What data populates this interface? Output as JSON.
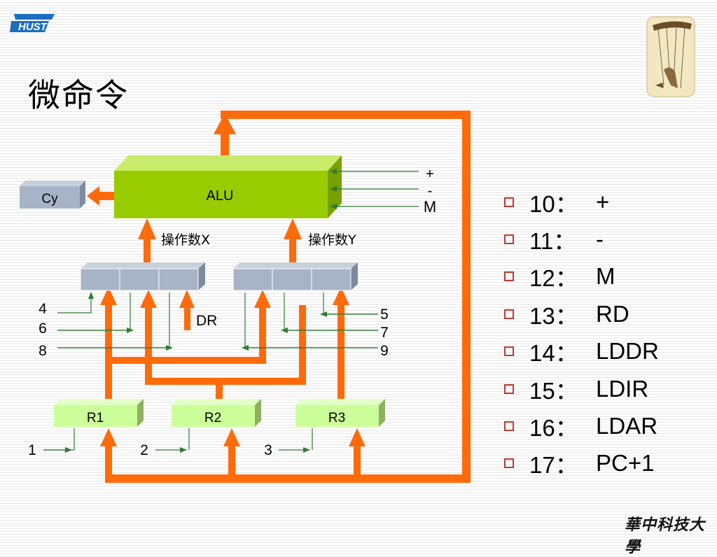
{
  "title": "微命令",
  "institution": "華中科技大學",
  "logo_text": "HUST",
  "diagram": {
    "alu_label": "ALU",
    "cy_label": "Cy",
    "dr_label": "DR",
    "operand_x": "操作数X",
    "operand_y": "操作数Y",
    "plus": "+",
    "minus": "-",
    "m": "M",
    "registers": [
      "R1",
      "R2",
      "R3"
    ],
    "signals": {
      "s1": "1",
      "s2": "2",
      "s3": "3",
      "s4": "4",
      "s5": "5",
      "s6": "6",
      "s7": "7",
      "s8": "8",
      "s9": "9"
    }
  },
  "micro_commands": [
    {
      "code": "10：",
      "op": "+"
    },
    {
      "code": "11：",
      "op": "-"
    },
    {
      "code": "12：",
      "op": "M"
    },
    {
      "code": "13：",
      "op": "RD"
    },
    {
      "code": "14：",
      "op": "LDDR"
    },
    {
      "code": "15：",
      "op": "LDIR"
    },
    {
      "code": "16：",
      "op": "LDAR"
    },
    {
      "code": "17：",
      "op": "PC+1"
    }
  ],
  "colors": {
    "bus": "#ff6a0a",
    "alu": "#99cc00",
    "register": "#ccff99",
    "latch": "#a7b4c8",
    "control_line": "#2e7d32",
    "bullet": "#c0392b"
  }
}
